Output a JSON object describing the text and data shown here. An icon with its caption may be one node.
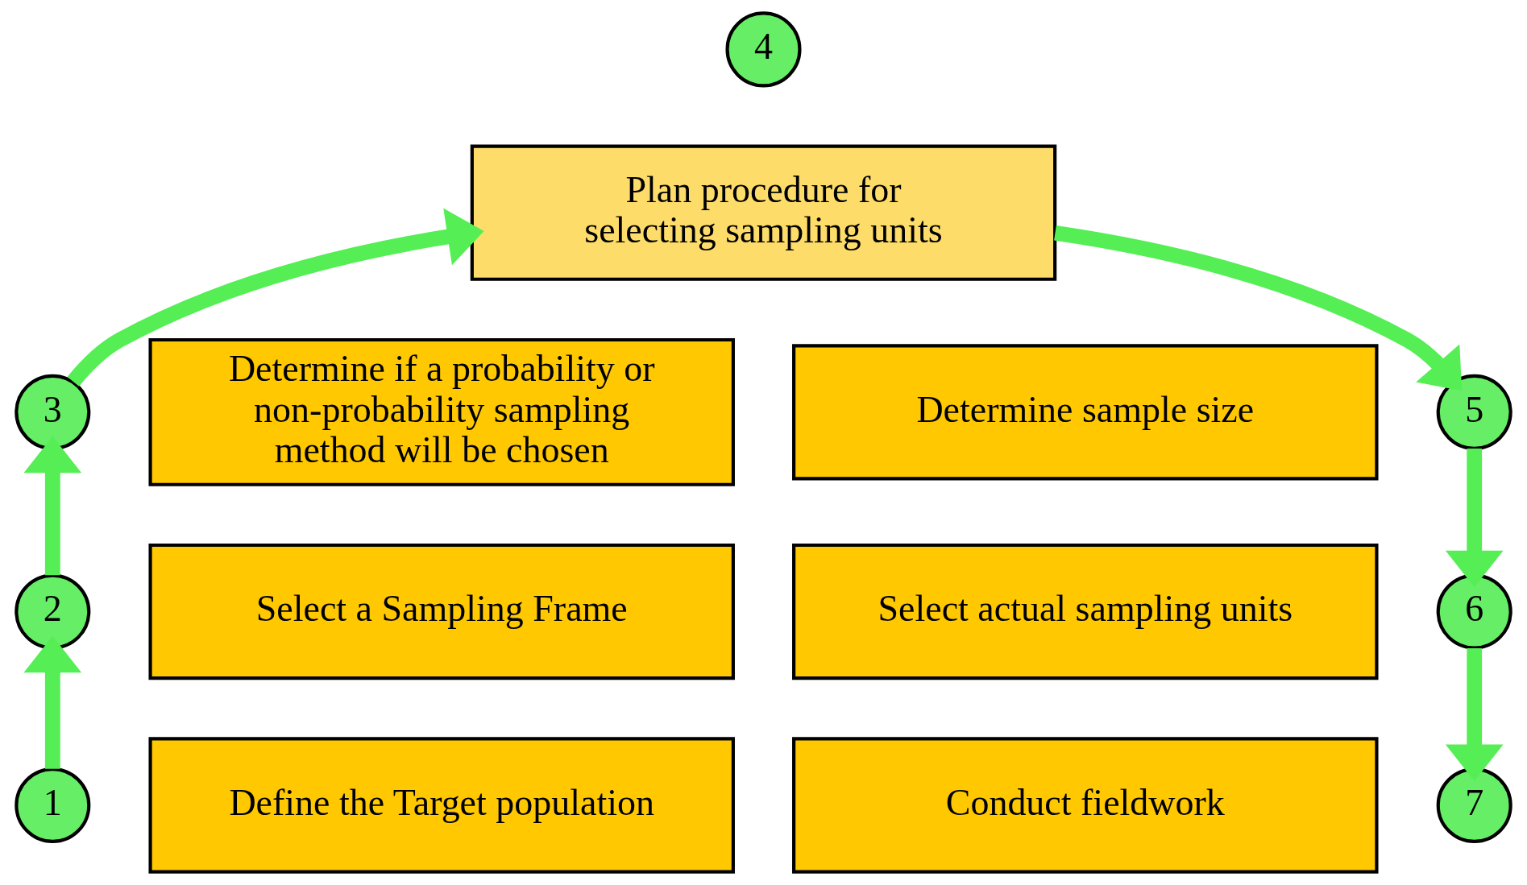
{
  "diagram": {
    "nodes": [
      {
        "text": [
          "4"
        ]
      },
      {
        "text": [
          "Plan procedure for selecting sampling units"
        ]
      },
      {
        "text": [
          "3"
        ]
      },
      {
        "text": [
          "Determine if a probability or non-probability sampling method will be chosen"
        ]
      },
      {
        "text": [
          "Determine sample size"
        ]
      },
      {
        "text": [
          "5"
        ]
      },
      {
        "text": [
          "2"
        ]
      },
      {
        "text": [
          "Select a Sampling Frame"
        ]
      },
      {
        "text": [
          "Select actual sampling units"
        ]
      },
      {
        "text": [
          "6"
        ]
      },
      {
        "text": [
          "1"
        ]
      },
      {
        "text": [
          "Define the Target population"
        ]
      },
      {
        "text": [
          "Conduct fieldwork"
        ]
      },
      {
        "text": [
          "7"
        ]
      }
    ],
    "edges": [
      {
        "from": 10,
        "to": 6,
        "arrow": "to"
      },
      {
        "from": 6,
        "to": 2,
        "arrow": "to"
      },
      {
        "from": 2,
        "to": 1,
        "arrow": "to"
      },
      {
        "from": 1,
        "to": 5,
        "arrow": "to"
      },
      {
        "from": 5,
        "to": 9,
        "arrow": "to"
      },
      {
        "from": 9,
        "to": 13,
        "arrow": "to"
      }
    ]
  }
}
